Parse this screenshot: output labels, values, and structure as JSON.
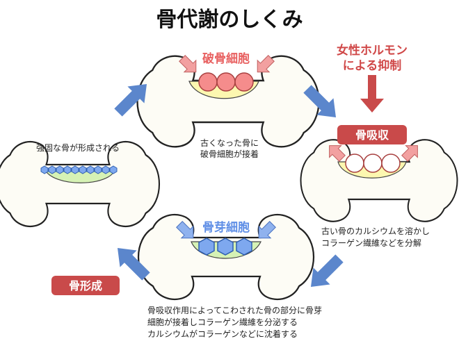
{
  "title": "骨代謝のしくみ",
  "colors": {
    "bone_fill": "#fdfcf5",
    "bone_stroke": "#222222",
    "resorption_pit": "#fcf7b0",
    "formation_pit": "#d6f2b5",
    "osteoclast_fill": "#f58c8c",
    "osteoclast_stroke": "#a84040",
    "osteoclast_label": "#e86060",
    "osteoblast_fill": "#7ea8ef",
    "osteoblast_stroke": "#2f5fb0",
    "osteoblast_label": "#5e8ee6",
    "cycle_arrow": "#5b86cc",
    "pink_arrow": "#f2a0a0",
    "blue_small_arrow": "#8fb2ee",
    "badge_red": "#c94a4a",
    "hormone_text": "#d04848"
  },
  "labels": {
    "osteoclast": "破骨細胞",
    "osteoblast": "骨芽細胞",
    "hormone_line1": "女性ホルモン",
    "hormone_line2": "による抑制",
    "resorption_badge": "骨吸収",
    "formation_badge": "骨形成"
  },
  "captions": {
    "top_line1": "古くなった骨に",
    "top_line2": "破骨細胞が接着",
    "left": "強固な骨が形成される",
    "right_line1": "古い骨のカルシウムを溶かし",
    "right_line2": "コラーゲン繊維などを分解",
    "bottom_line1": "骨吸収作用によってこわされた骨の部分に骨芽",
    "bottom_line2": "細胞が接着しコラーゲン繊維を分泌する",
    "bottom_line3": "カルシウムがコラーゲンなどに沈着する"
  }
}
